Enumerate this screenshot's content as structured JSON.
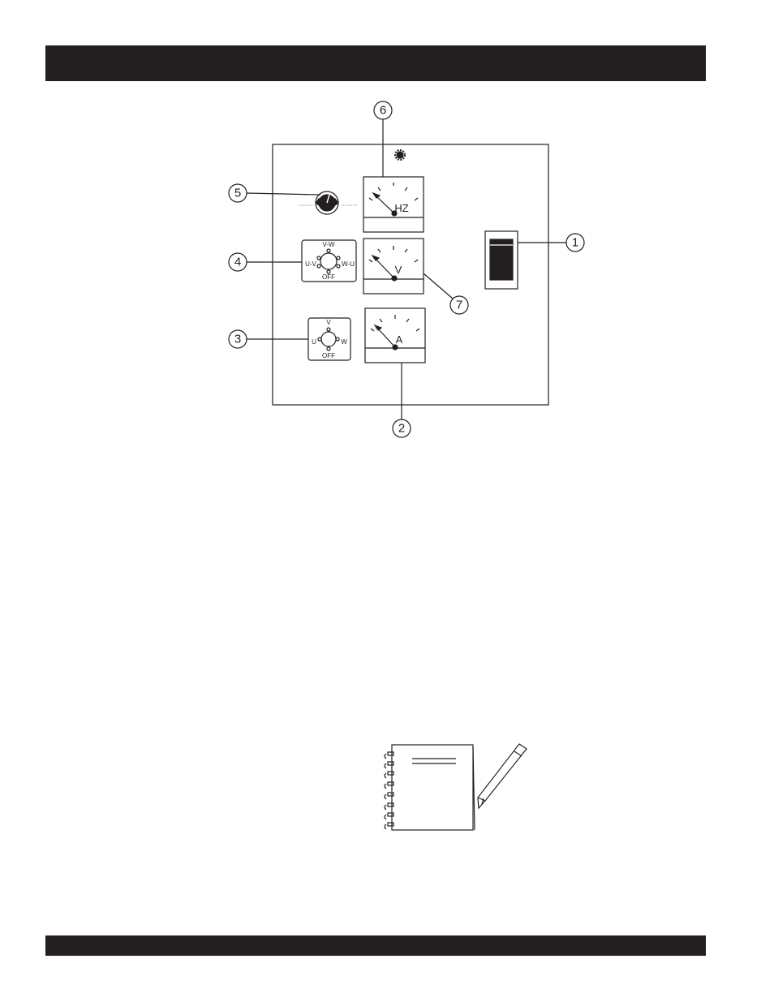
{
  "colors": {
    "ink": "#231f20",
    "paper": "#ffffff"
  },
  "callouts": [
    "1",
    "2",
    "3",
    "4",
    "5",
    "6",
    "7"
  ],
  "meters": {
    "frequency": {
      "unit": "HZ"
    },
    "voltage": {
      "unit": "V"
    },
    "current": {
      "unit": "A"
    }
  },
  "voltmeter_switch": {
    "top": "V-W",
    "left": "U-V",
    "right": "W-U",
    "bottom": "OFF"
  },
  "ammeter_switch": {
    "top": "V",
    "left": "U",
    "right": "W",
    "bottom": "OFF"
  },
  "icons": [
    "power-switch-icon",
    "gear-icon",
    "voltage-adjust-knob-icon",
    "notebook-icon",
    "pencil-icon"
  ]
}
